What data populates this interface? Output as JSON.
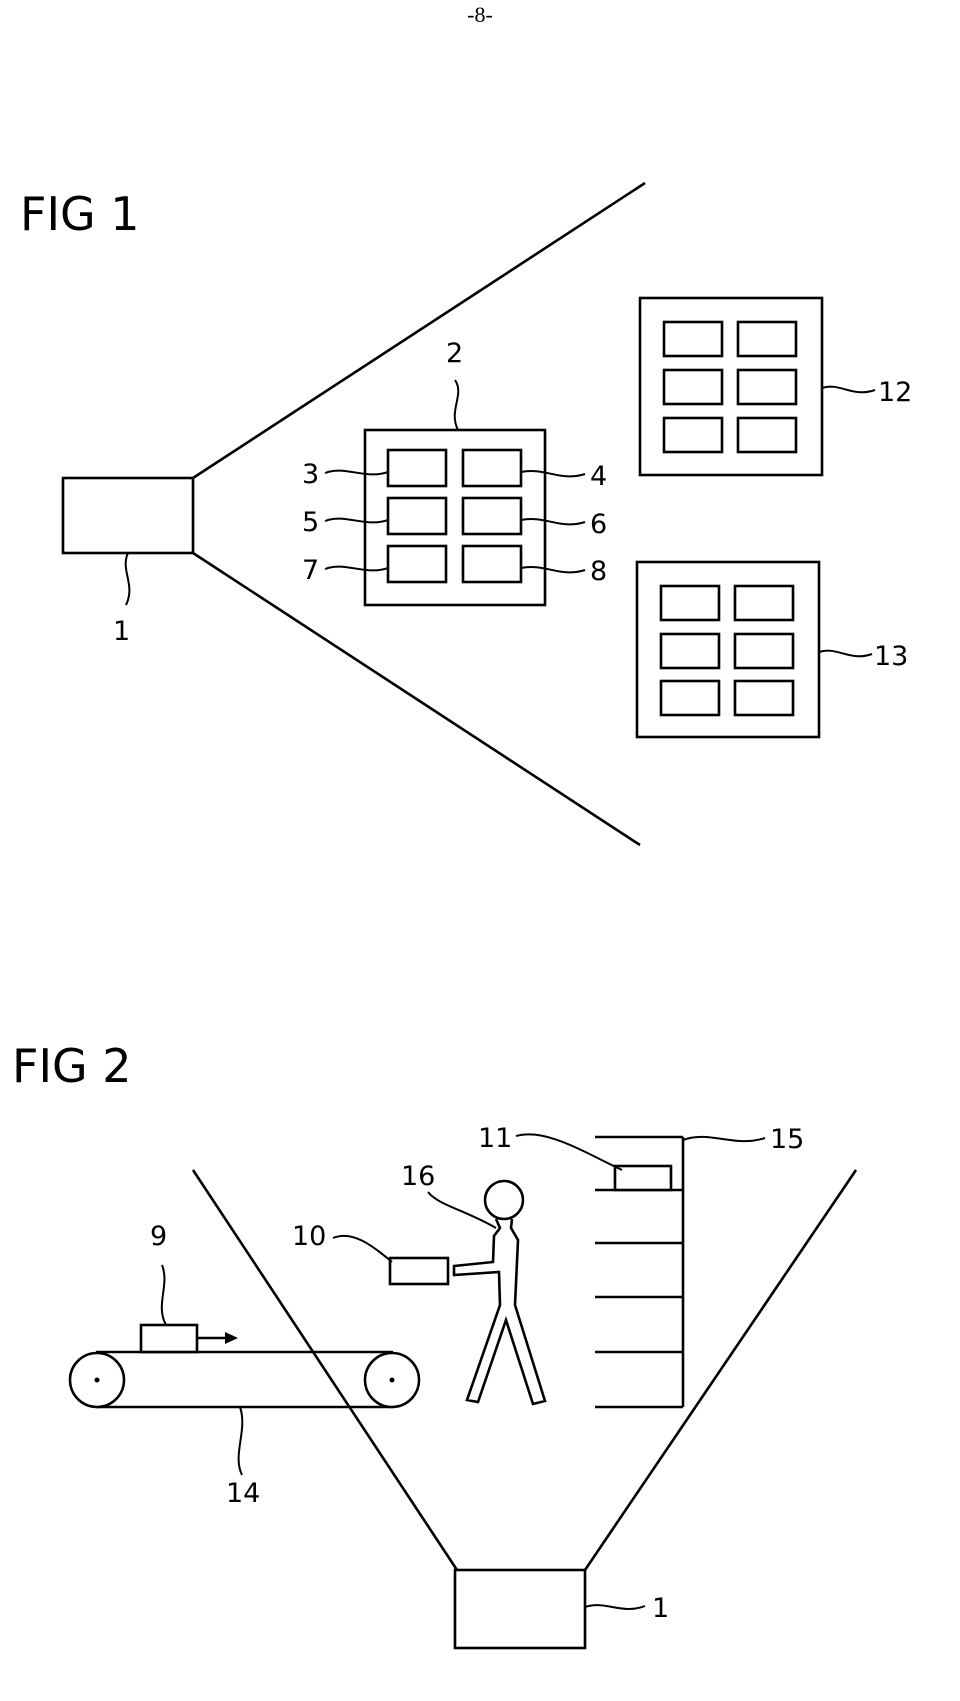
{
  "page_number": "-8-",
  "fig1": {
    "title": "FIG 1",
    "labels": {
      "camera": "1",
      "shelf_main": "2",
      "slot_3": "3",
      "slot_4": "4",
      "slot_5": "5",
      "slot_6": "6",
      "slot_7": "7",
      "slot_8": "8",
      "shelf_12": "12",
      "shelf_13": "13"
    }
  },
  "fig2": {
    "title": "FIG 2",
    "labels": {
      "item_on_conveyor": "9",
      "item_in_hand": "10",
      "item_on_rack": "11",
      "conveyor": "14",
      "rack": "15",
      "person": "16",
      "camera": "1"
    }
  }
}
